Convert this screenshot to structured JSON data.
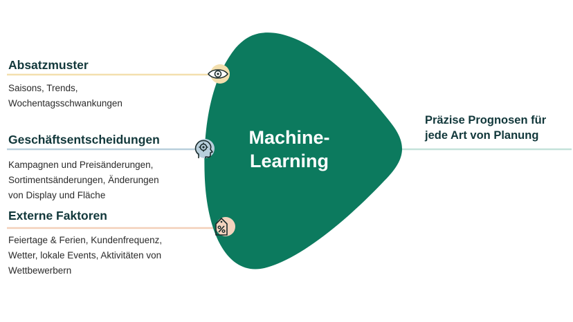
{
  "center": {
    "line1": "Machine-",
    "line2": "Learning"
  },
  "factors": [
    {
      "title": "Absatzmuster",
      "description_lines": [
        "Saisons, Trends,",
        "Wochentagsschwankungen"
      ],
      "icon": "eye-icon",
      "line_color": "#f3dfae"
    },
    {
      "title": "Geschäftsentscheidungen",
      "description_lines": [
        "Kampagnen und Preisänderungen,",
        "Sortimentsänderungen, Änderungen",
        "von Display und Fläche"
      ],
      "icon": "head-gear-icon",
      "line_color": "#b8cfdc"
    },
    {
      "title": "Externe Faktoren",
      "description_lines": [
        "Feiertage & Ferien, Kundenfrequenz,",
        "Wetter, lokale Events, Aktivitäten von",
        "Wettbewerbern"
      ],
      "icon": "percent-tag-icon",
      "line_color": "#f3cfb8"
    }
  ],
  "output": {
    "line1": "Präzise Prognosen für",
    "line2": "jede Art von Planung",
    "line_color": "#c3e2da"
  },
  "colors": {
    "blob": "#0c7a5e",
    "heading": "#12383b",
    "icon_eye_bg": "#f3dfae",
    "icon_head_bg": "#b8cfdc",
    "icon_tag_bg": "#f3d3bd"
  }
}
